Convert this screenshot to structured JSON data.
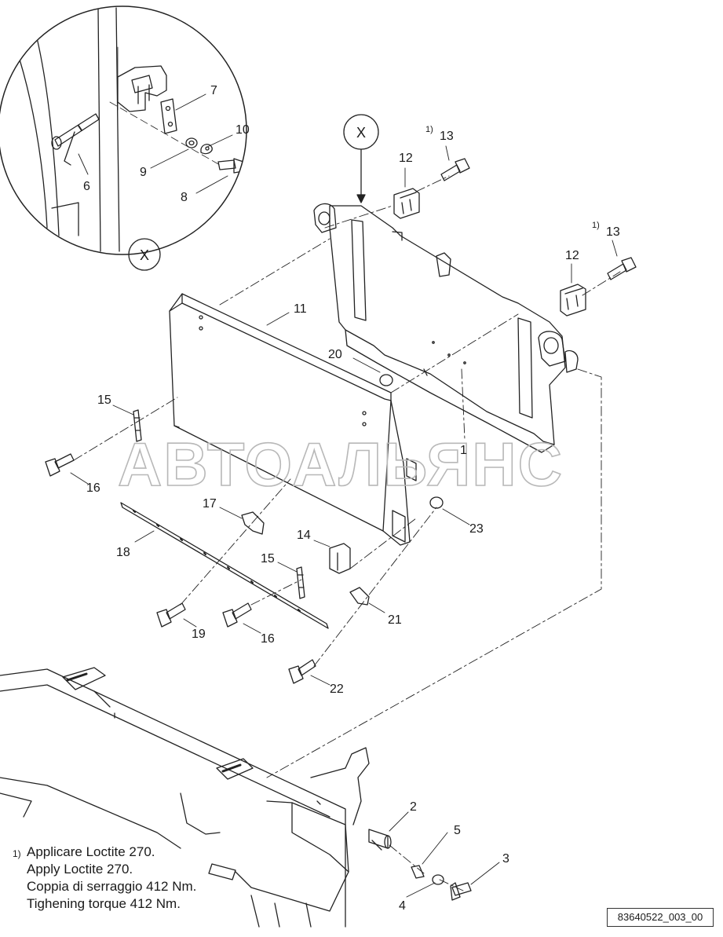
{
  "detail_label": "X",
  "callouts": {
    "c1": "1",
    "c2": "2",
    "c3": "3",
    "c4": "4",
    "c5": "5",
    "c6": "6",
    "c7": "7",
    "c8": "8",
    "c9": "9",
    "c10": "10",
    "c11": "11",
    "c12a": "12",
    "c12b": "12",
    "c13a": "13",
    "c13b": "13",
    "c14": "14",
    "c15a": "15",
    "c15b": "15",
    "c16a": "16",
    "c16b": "16",
    "c17": "17",
    "c18": "18",
    "c19": "19",
    "c20": "20",
    "c21": "21",
    "c22": "22",
    "c23": "23"
  },
  "note_marker": "1)",
  "notes": [
    "Applicare Loctite 270.",
    "Apply Loctite 270.",
    "Coppia di serraggio 412 Nm.",
    "Tighening torque 412 Nm."
  ],
  "drawing_id": "83640522_003_00",
  "watermark": "АВТОАЛЬЯНС"
}
